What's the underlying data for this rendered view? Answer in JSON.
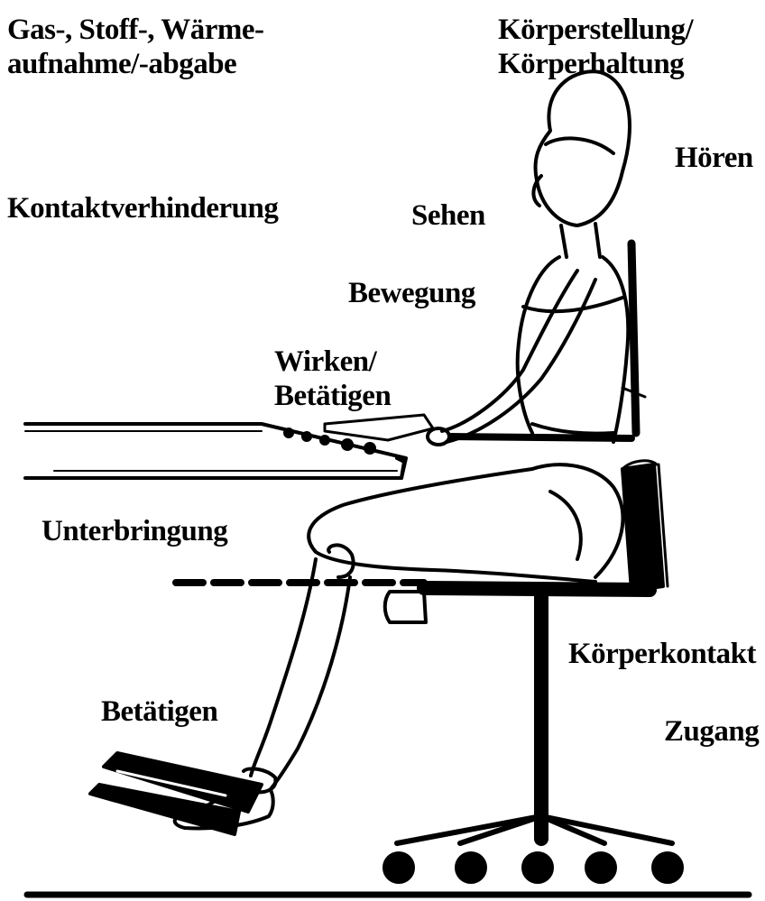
{
  "diagram": {
    "labels": {
      "gas_exchange": [
        "Gas-, Stoff-, Wärme-",
        "aufnahme/-abgabe"
      ],
      "posture": [
        "Körperstellung/",
        "Körperhaltung"
      ],
      "hearing": "Hören",
      "contact_prevention": "Kontaktverhinderung",
      "seeing": "Sehen",
      "movement": "Bewegung",
      "acting": [
        "Wirken/",
        "Betätigen"
      ],
      "accommodation": "Unterbringung",
      "body_contact": "Körperkontakt",
      "operating": "Betätigen",
      "access": "Zugang"
    },
    "icons": {
      "figure": "seated-person-at-workstation-icon"
    }
  }
}
